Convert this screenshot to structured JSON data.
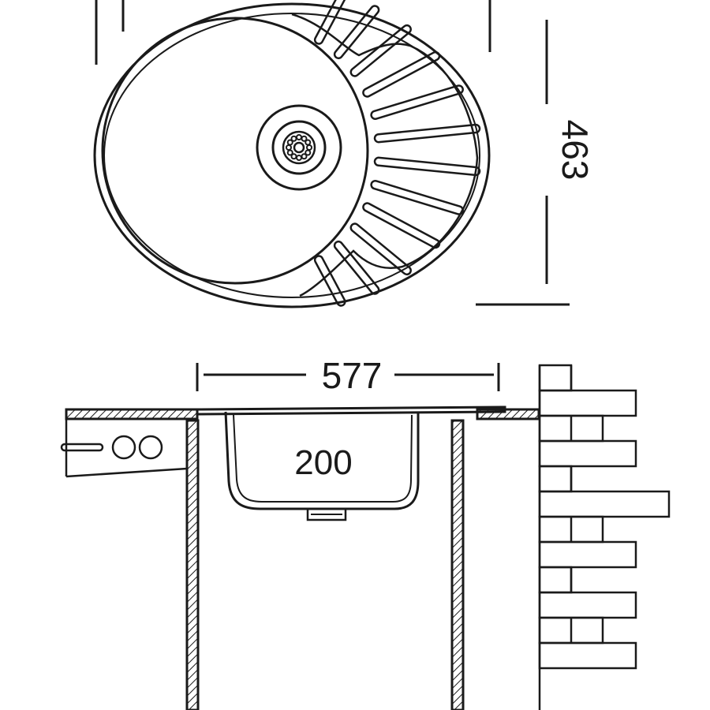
{
  "drawing": {
    "line_color": "#1a1a1a",
    "background": "#ffffff",
    "dimensions": {
      "height_label": "463",
      "width_label": "577",
      "depth_label": "200"
    },
    "top_view": {
      "drainboard_grooves": 12
    },
    "wall": {
      "brick_rows": 12
    }
  }
}
